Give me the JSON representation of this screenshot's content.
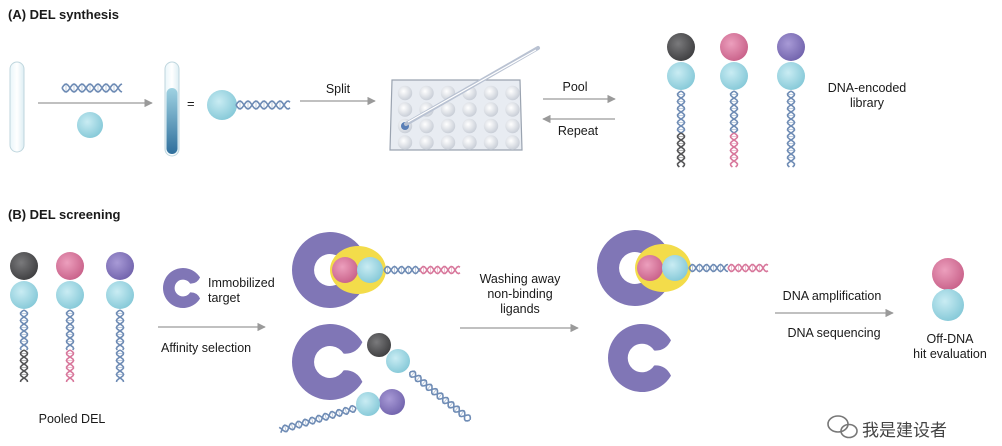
{
  "section_a": {
    "title": "(A) DEL synthesis",
    "equals": "=",
    "split": "Split",
    "pool": "Pool",
    "repeat": "Repeat",
    "library": [
      "DNA-encoded",
      "library"
    ]
  },
  "section_b": {
    "title": "(B) DEL screening",
    "target": [
      "Immobilized",
      "target"
    ],
    "affinity": "Affinity selection",
    "pooled": "Pooled DEL",
    "washing": [
      "Washing away",
      "non-binding",
      "ligands"
    ],
    "amplification": "DNA amplification",
    "sequencing": "DNA sequencing",
    "offdna": [
      "Off-DNA",
      "hit evaluation"
    ]
  },
  "watermark": "我是建设者",
  "colors": {
    "cyan": "#98d4e0",
    "dark": "#555557",
    "pink": "#d8789c",
    "violet": "#8a7cc0",
    "protein": "#8076b6",
    "pocket": "#f3dc4a",
    "dna_blue": "#6f8cb5",
    "arrow": "#9a9a9a"
  }
}
